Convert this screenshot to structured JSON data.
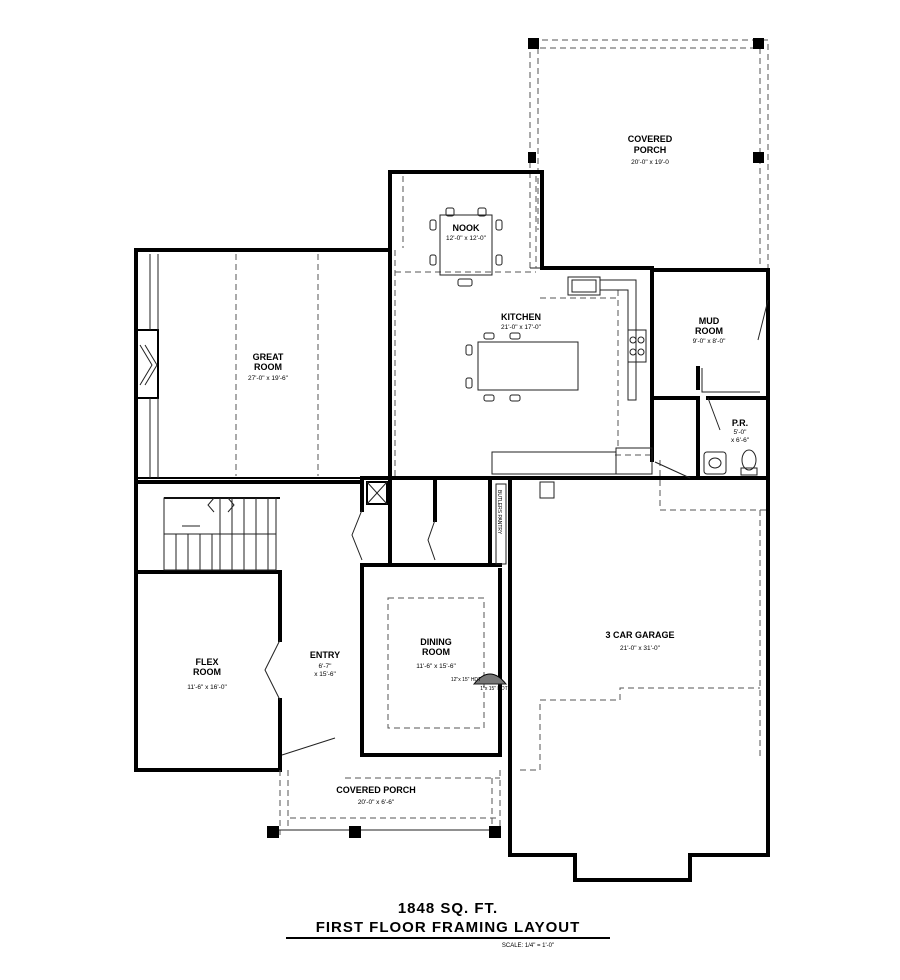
{
  "rooms": {
    "covered_porch_rear": {
      "name_line1": "COVERED",
      "name_line2": "PORCH",
      "dims": "20'-0\" x 19'-0"
    },
    "nook": {
      "name": "NOOK",
      "dims": "12'-0\" x 12'-0\""
    },
    "kitchen": {
      "name": "KITCHEN",
      "dims": "21'-0\" x 17'-0\""
    },
    "mud_room": {
      "name_line1": "MUD",
      "name_line2": "ROOM",
      "dims": "9'-0\" x 8'-0\""
    },
    "great_room": {
      "name_line1": "GREAT",
      "name_line2": "ROOM",
      "dims": "27'-0\" x 19'-6\""
    },
    "powder_room": {
      "name": "P.R.",
      "dims_line1": "5'-0\"",
      "dims_line2": "x 6'-6\""
    },
    "butlers_pantry": {
      "name": "BUTLERS PANTRY"
    },
    "flex_room": {
      "name_line1": "FLEX",
      "name_line2": "ROOM",
      "dims": "11'-6\" x 16'-0\""
    },
    "entry": {
      "name": "ENTRY",
      "dims_line1": "6'-7\"",
      "dims_line2": "x 15'-6\""
    },
    "dining_room": {
      "name_line1": "DINING",
      "name_line2": "ROOM",
      "dims": "11'-6\" x 15'-6\""
    },
    "garage": {
      "name": "3 CAR GARAGE",
      "dims": "21'-0\" x 31'-0\""
    },
    "covered_porch_front": {
      "name": "COVERED PORCH",
      "dims": "20'-0\" x 6'-6\""
    }
  },
  "notes": {
    "header_note_1": "12\"x 15\" HDT",
    "header_note_2": "1\"x 15\" HDT"
  },
  "title": {
    "area": "1848 SQ. FT.",
    "name": "FIRST FLOOR FRAMING LAYOUT",
    "scale": "SCALE: 1/4\" = 1'-0\""
  }
}
